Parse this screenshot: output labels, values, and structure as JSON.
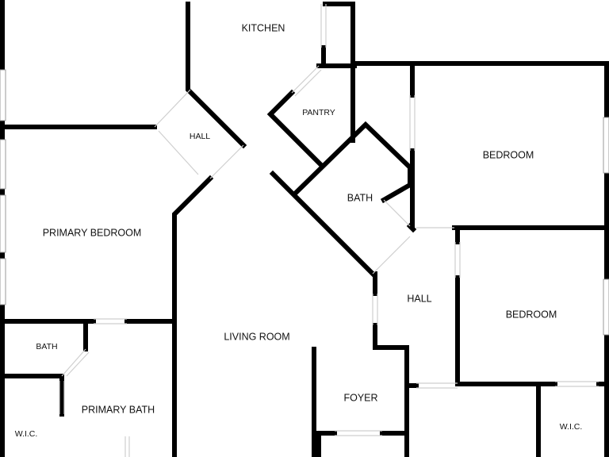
{
  "rooms": {
    "kitchen": "KITCHEN",
    "pantry": "PANTRY",
    "hall_upper": "HALL",
    "bedroom_upper": "BEDROOM",
    "bath_center": "BATH",
    "primary_bedroom": "PRIMARY BEDROOM",
    "hall_right": "HALL",
    "bedroom_lower": "BEDROOM",
    "bath_primary": "BATH",
    "living_room": "LIVING ROOM",
    "primary_bath": "PRIMARY BATH",
    "foyer": "FOYER",
    "wic_left": "W.I.C.",
    "wic_right": "W.I.C."
  },
  "colors": {
    "wall": "#000000",
    "background": "#ffffff",
    "door_opening": "#cfcfcf",
    "window_frame": "#9a9a9a"
  }
}
